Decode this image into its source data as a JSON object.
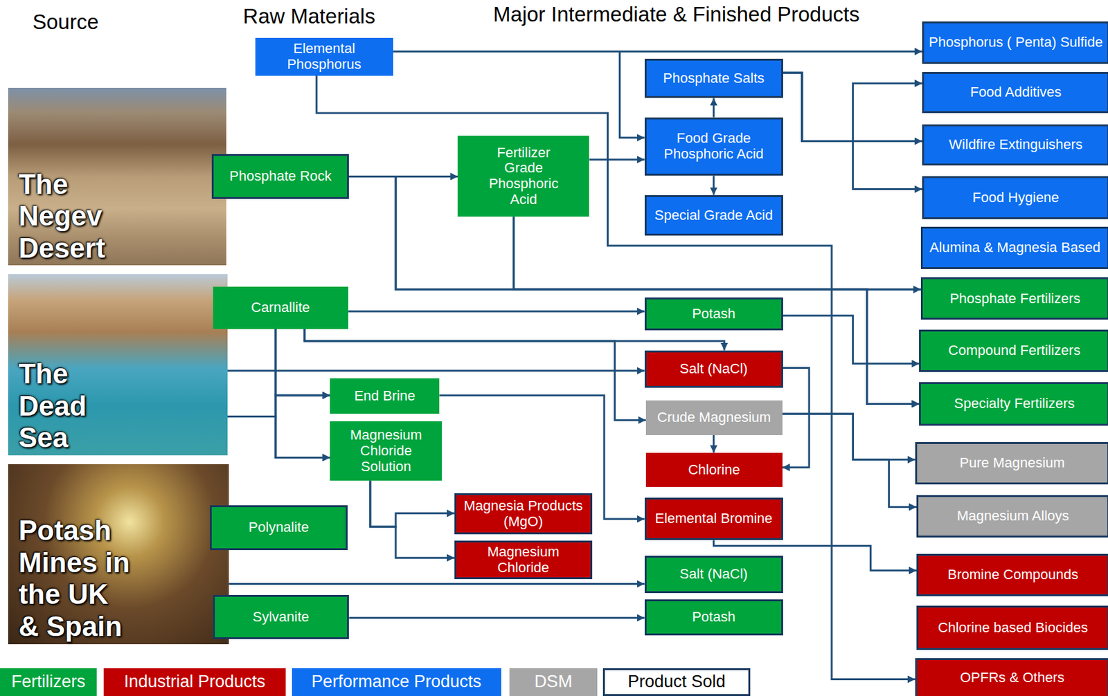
{
  "diagram": {
    "nodes": [
      {
        "text": [
          "The Negev Desert"
        ]
      },
      {
        "text": [
          "The Dead Sea"
        ]
      },
      {
        "text": [
          "Potash Mines in the UK & Spain"
        ]
      },
      {
        "text": [
          "Elemental Phosphorus"
        ]
      },
      {
        "text": [
          "Phosphate Rock"
        ]
      },
      {
        "text": [
          "Carnallite"
        ]
      },
      {
        "text": [
          "Polynalite"
        ]
      },
      {
        "text": [
          "Sylvanite"
        ]
      },
      {
        "text": [
          "Fertilizer Grade Phosphoric Acid"
        ]
      },
      {
        "text": [
          "End Brine"
        ]
      },
      {
        "text": [
          "Magnesium Chloride Solution"
        ]
      },
      {
        "text": [
          "Magnesia Products (MgO)"
        ]
      },
      {
        "text": [
          "Magnesium Chloride"
        ]
      },
      {
        "text": [
          "Phosphate Salts"
        ]
      },
      {
        "text": [
          "Food Grade Phosphoric Acid"
        ]
      },
      {
        "text": [
          "Special Grade Acid"
        ]
      },
      {
        "text": [
          "Potash"
        ]
      },
      {
        "text": [
          "Salt (NaCl)"
        ]
      },
      {
        "text": [
          "Crude Magnesium"
        ]
      },
      {
        "text": [
          "Chlorine"
        ]
      },
      {
        "text": [
          "Elemental Bromine"
        ]
      },
      {
        "text": [
          "Salt (NaCl)"
        ]
      },
      {
        "text": [
          "Potash"
        ]
      },
      {
        "text": [
          "Phosphorus ( Penta) Sulfide"
        ]
      },
      {
        "text": [
          "Food Additives"
        ]
      },
      {
        "text": [
          "Wildfire Extinguishers"
        ]
      },
      {
        "text": [
          "Food Hygiene"
        ]
      },
      {
        "text": [
          "Alumina & Magnesia Based"
        ]
      },
      {
        "text": [
          "Phosphate Fertilizers"
        ]
      },
      {
        "text": [
          "Compound Fertilizers"
        ]
      },
      {
        "text": [
          "Specialty Fertilizers"
        ]
      },
      {
        "text": [
          "Pure Magnesium"
        ]
      },
      {
        "text": [
          "Magnesium Alloys"
        ]
      },
      {
        "text": [
          "Bromine Compounds"
        ]
      },
      {
        "text": [
          "Chlorine based Biocides"
        ]
      },
      {
        "text": [
          "OPFRs & Others"
        ]
      }
    ],
    "edges": [
      {
        "from": 3,
        "to": 23,
        "arrow": "to"
      },
      {
        "from": 3,
        "to": 14,
        "arrow": "to"
      },
      {
        "from": 3,
        "to": 35,
        "arrow": "to"
      },
      {
        "from": 4,
        "to": 8,
        "arrow": "to"
      },
      {
        "from": 4,
        "to": 28,
        "arrow": "to"
      },
      {
        "from": 4,
        "to": 30,
        "arrow": "to"
      },
      {
        "from": 8,
        "to": 28,
        "arrow": "to"
      },
      {
        "from": 8,
        "to": 30,
        "arrow": "to"
      },
      {
        "from": 8,
        "to": 14,
        "arrow": "to"
      },
      {
        "from": 14,
        "to": 13,
        "arrow": "to"
      },
      {
        "from": 14,
        "to": 15,
        "arrow": "to"
      },
      {
        "from": 13,
        "to": 24,
        "arrow": "to"
      },
      {
        "from": 13,
        "to": 25,
        "arrow": "to"
      },
      {
        "from": 13,
        "to": 26,
        "arrow": "to"
      },
      {
        "from": 16,
        "to": 29,
        "arrow": "to"
      },
      {
        "from": 5,
        "to": 16,
        "arrow": "to"
      },
      {
        "from": 5,
        "to": 17,
        "arrow": "to"
      },
      {
        "from": 5,
        "to": 18,
        "arrow": "to"
      },
      {
        "from": 5,
        "to": 9,
        "arrow": "to"
      },
      {
        "from": 5,
        "to": 10,
        "arrow": "to"
      },
      {
        "from": 1,
        "to": 17,
        "arrow": "to"
      },
      {
        "from": 1,
        "to": 9,
        "arrow": "to"
      },
      {
        "from": 1,
        "to": 10,
        "arrow": "to"
      },
      {
        "from": 9,
        "to": 20,
        "arrow": "to"
      },
      {
        "from": 10,
        "to": 11,
        "arrow": "to"
      },
      {
        "from": 10,
        "to": 12,
        "arrow": "to"
      },
      {
        "from": 17,
        "to": 19,
        "arrow": "to"
      },
      {
        "from": 18,
        "to": 19,
        "arrow": "to"
      },
      {
        "from": 18,
        "to": 31,
        "arrow": "to"
      },
      {
        "from": 18,
        "to": 32,
        "arrow": "to"
      },
      {
        "from": 20,
        "to": 33,
        "arrow": "to"
      },
      {
        "from": 2,
        "to": 21,
        "arrow": "to"
      },
      {
        "from": 7,
        "to": 22,
        "arrow": "to"
      }
    ],
    "labels": [
      "Source",
      "Raw Materials",
      "Major Intermediate & Finished Products"
    ],
    "legend": [
      {
        "text": "Fertilizers",
        "color": "#00a43c"
      },
      {
        "text": "Industrial Products",
        "color": "#c00000"
      },
      {
        "text": "Performance Products",
        "color": "#0d6ef0"
      },
      {
        "text": "DSM",
        "color": "#a6a6a6"
      },
      {
        "text": "Product Sold"
      }
    ]
  }
}
